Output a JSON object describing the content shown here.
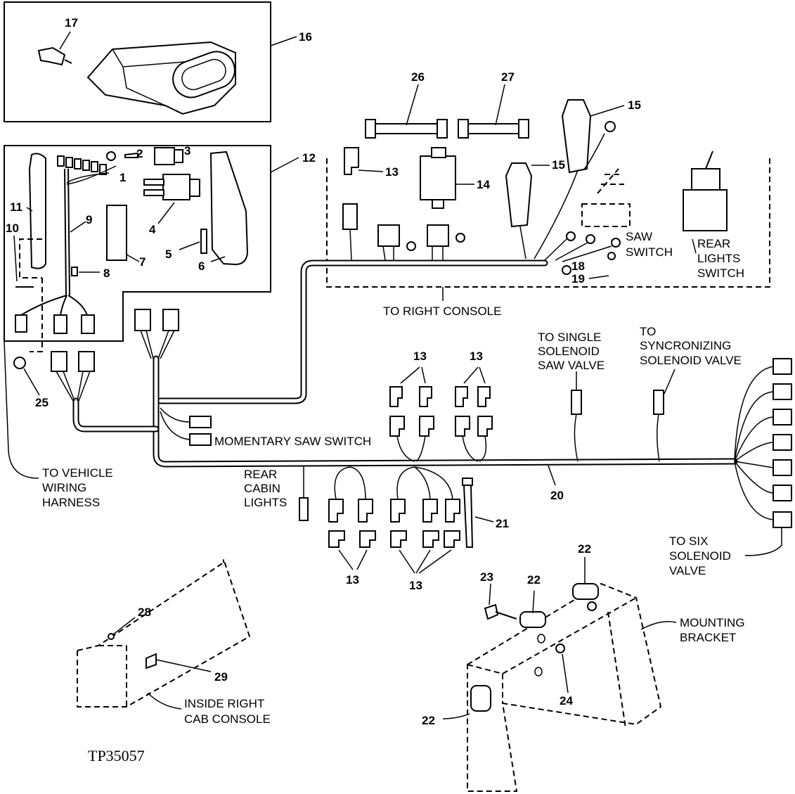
{
  "callouts": {
    "c1": "1",
    "c2": "2",
    "c3": "3",
    "c4": "4",
    "c5": "5",
    "c6": "6",
    "c7": "7",
    "c8": "8",
    "c9": "9",
    "c10": "10",
    "c11": "11",
    "c12": "12",
    "c13": "13",
    "c14": "14",
    "c15": "15",
    "c16": "16",
    "c17": "17",
    "c18": "18",
    "c19": "19",
    "c20": "20",
    "c21": "21",
    "c22": "22",
    "c23": "23",
    "c24": "24",
    "c25": "25",
    "c26": "26",
    "c27": "27",
    "c28": "28",
    "c29": "29"
  },
  "labels": {
    "saw_switch": [
      "SAW",
      "SWITCH"
    ],
    "rear_lights_switch": [
      "REAR",
      "LIGHTS",
      "SWITCH"
    ],
    "to_right_console": "TO RIGHT CONSOLE",
    "to_single_solenoid": [
      "TO SINGLE",
      "SOLENOID",
      "SAW VALVE"
    ],
    "to_synchronizing": [
      "TO",
      "SYNCRONIZING",
      "SOLENOID VALVE"
    ],
    "momentary_saw_switch": "MOMENTARY SAW  SWITCH",
    "rear_cabin_lights": [
      "REAR",
      "CABIN",
      "LIGHTS"
    ],
    "to_vehicle_wiring": [
      "TO VEHICLE",
      "WIRING",
      "HARNESS"
    ],
    "to_six_solenoid": [
      "TO SIX",
      "SOLENOID",
      "VALVE"
    ],
    "mounting_bracket": [
      "MOUNTING",
      "BRACKET"
    ],
    "inside_right_cab": [
      "INSIDE RIGHT",
      "CAB CONSOLE"
    ]
  },
  "figure_code": "TP35057"
}
